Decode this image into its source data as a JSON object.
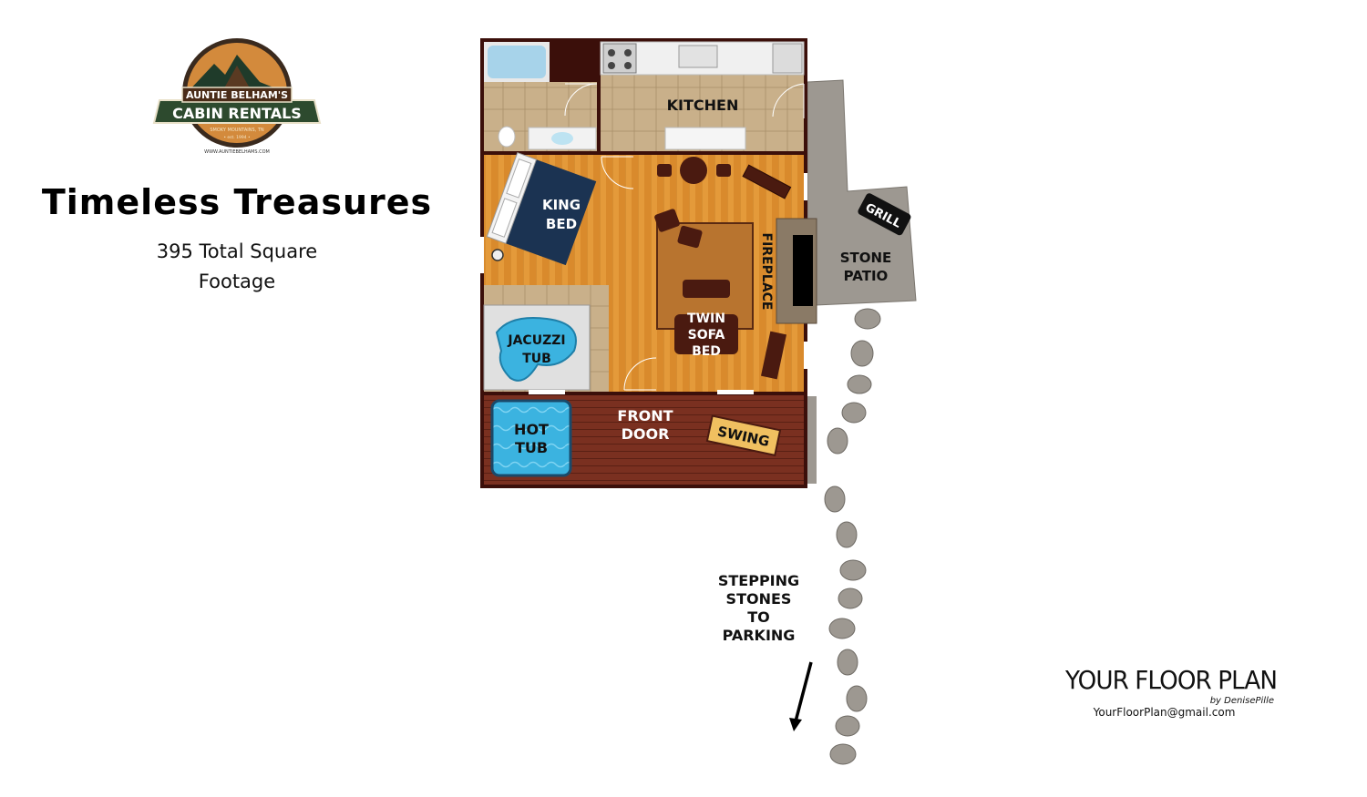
{
  "logo": {
    "line1": "AUNTIE BELHAM'S",
    "line2": "CABIN RENTALS",
    "line3": "SMOKY MOUNTAINS, TN",
    "line4": "• est. 1994 •",
    "url": "WWW.AUNTIEBELHAMS.COM"
  },
  "title": "Timeless Treasures",
  "subtitle_line1": "395 Total Square",
  "subtitle_line2": "Footage",
  "rooms": {
    "kitchen": "KITCHEN",
    "king_bed_1": "KING",
    "king_bed_2": "BED",
    "fireplace": "FIREPLACE",
    "stone_patio_1": "STONE",
    "stone_patio_2": "PATIO",
    "grill": "GRILL",
    "jacuzzi_1": "JACUZZI",
    "jacuzzi_2": "TUB",
    "twin_1": "TWIN",
    "twin_2": "SOFA",
    "twin_3": "BED",
    "hot_tub_1": "HOT",
    "hot_tub_2": "TUB",
    "front_door_1": "FRONT",
    "front_door_2": "DOOR",
    "swing": "SWING"
  },
  "stepping": [
    "STEPPING",
    "STONES",
    "TO",
    "PARKING"
  ],
  "brand": {
    "name": "YOUR FLOOR PLAN",
    "by": "by DenisePille",
    "email": "YourFloorPlan@gmail.com"
  },
  "colors": {
    "wall": "#3b0f0a",
    "wood_floor": "#d98a2c",
    "tile": "#c9b08a",
    "deck": "#7a3020",
    "bed_blue": "#1b3352",
    "hot_tub": "#3bb3e0",
    "stone": "#9d9891"
  }
}
